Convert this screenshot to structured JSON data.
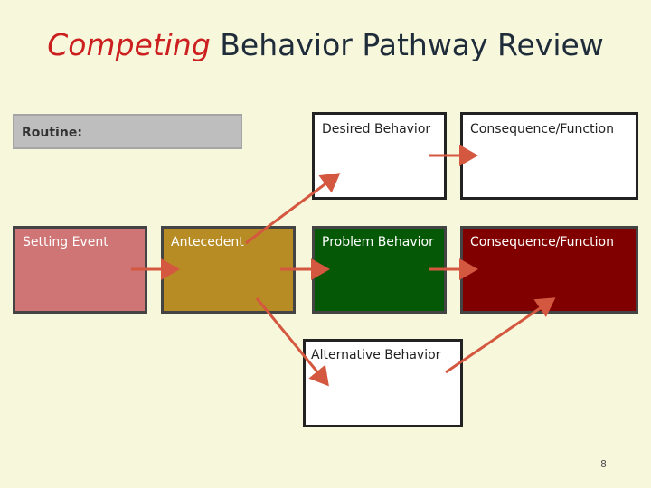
{
  "title": {
    "accent": "Competing",
    "rest": "Behavior Pathway Review"
  },
  "routine": {
    "label": "Routine:"
  },
  "boxes": {
    "setting_event": "Setting Event",
    "antecedent": "Antecedent",
    "desired_behavior": "Desired Behavior",
    "consequence_top": "Consequence/Function",
    "problem_behavior": "Problem Behavior",
    "consequence_bottom": "Consequence/Function",
    "alternative_behavior": "Alternative Behavior"
  },
  "colors": {
    "background": "#f7f7dc",
    "title_accent": "#cc1f1f",
    "setting_event": "#cf7575",
    "antecedent": "#b88c24",
    "problem_behavior": "#055805",
    "consequence_bottom": "#800000",
    "arrow": "#d4573f"
  },
  "page_number": "8"
}
